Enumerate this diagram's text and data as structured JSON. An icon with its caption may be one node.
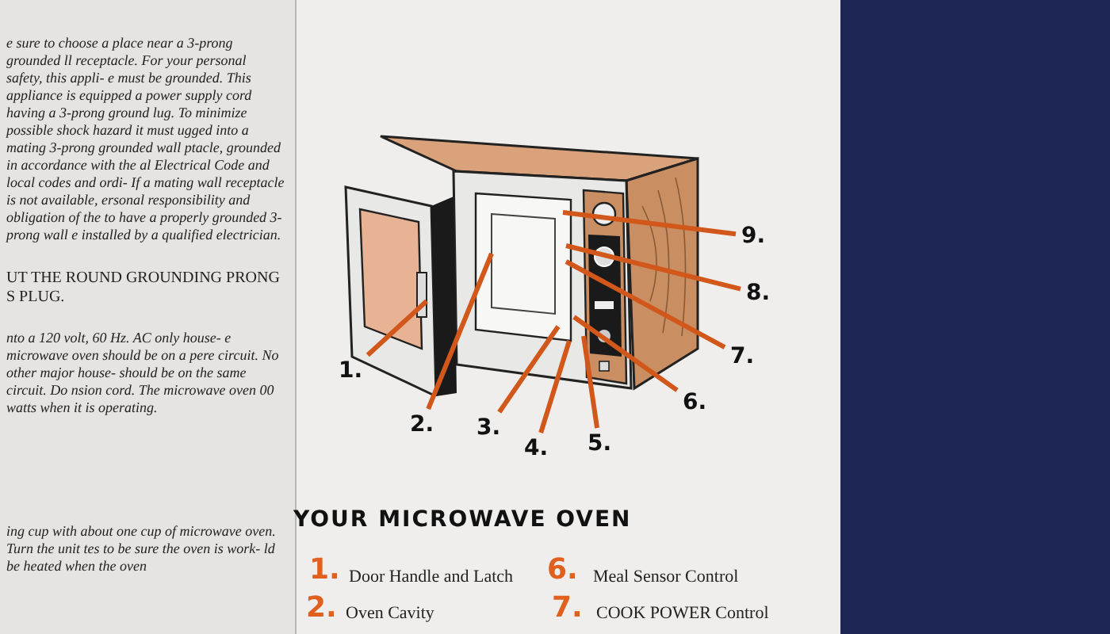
{
  "diagram": {
    "title": "YOUR MICROWAVE OVEN",
    "nodes": [
      {
        "text": [],
        "shape": "picture"
      },
      {
        "text": [
          "1."
        ]
      },
      {
        "text": [
          "2."
        ]
      },
      {
        "text": [
          "3."
        ]
      },
      {
        "text": [
          "4."
        ]
      },
      {
        "text": [
          "5."
        ]
      },
      {
        "text": [
          "6."
        ]
      },
      {
        "text": [
          "7."
        ]
      },
      {
        "text": [
          "8."
        ]
      },
      {
        "text": [
          "9."
        ]
      }
    ],
    "edges": [
      {
        "from": 1,
        "to": 0,
        "arrow": "none"
      },
      {
        "from": 2,
        "to": 0,
        "arrow": "none"
      },
      {
        "from": 3,
        "to": 0,
        "arrow": "none"
      },
      {
        "from": 4,
        "to": 0,
        "arrow": "none"
      },
      {
        "from": 5,
        "to": 0,
        "arrow": "none"
      },
      {
        "from": 6,
        "to": 0,
        "arrow": "none"
      },
      {
        "from": 7,
        "to": 0,
        "arrow": "none"
      },
      {
        "from": 8,
        "to": 0,
        "arrow": "none"
      },
      {
        "from": 9,
        "to": 0,
        "arrow": "none"
      }
    ],
    "labels": [
      "e sure to choose a place near a 3-prong grounded ll receptacle. For your personal safety, this appli- e must be grounded. This appliance is equipped a power supply cord having a 3-prong ground lug. To minimize possible shock hazard it must ugged into a mating 3-prong grounded wall ptacle, grounded in accordance with the al Electrical Code and local codes and ordi- If a mating wall receptacle is not available, ersonal responsibility and obligation of the to have a properly grounded 3-prong wall e installed by a qualified electrician.",
      "UT THE ROUND GROUNDING PRONG S PLUG.",
      "nto a 120 volt, 60 Hz. AC only house- e microwave oven should be on a pere circuit. No other major house- should be on the same circuit. Do nsion cord. The microwave oven 00 watts when it is operating.",
      "ing cup with about one cup of microwave oven. Turn the unit tes to be sure the oven is work- ld be heated when the oven",
      "1.",
      "Door Handle and Latch",
      "6.",
      "Meal Sensor Control",
      "2.",
      "Oven Cavity",
      "7.",
      "COOK POWER Control"
    ]
  }
}
